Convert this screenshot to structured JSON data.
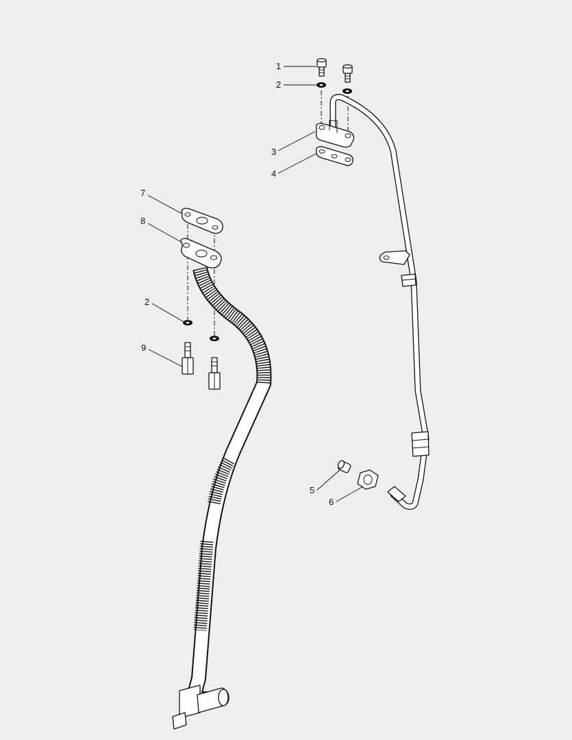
{
  "callouts": [
    {
      "id": "c1",
      "label": "1"
    },
    {
      "id": "c2a",
      "label": "2"
    },
    {
      "id": "c3",
      "label": "3"
    },
    {
      "id": "c4",
      "label": "4"
    },
    {
      "id": "c7",
      "label": "7"
    },
    {
      "id": "c8",
      "label": "8"
    },
    {
      "id": "c2b",
      "label": "2"
    },
    {
      "id": "c9",
      "label": "9"
    },
    {
      "id": "c5",
      "label": "5"
    },
    {
      "id": "c6",
      "label": "6"
    }
  ]
}
